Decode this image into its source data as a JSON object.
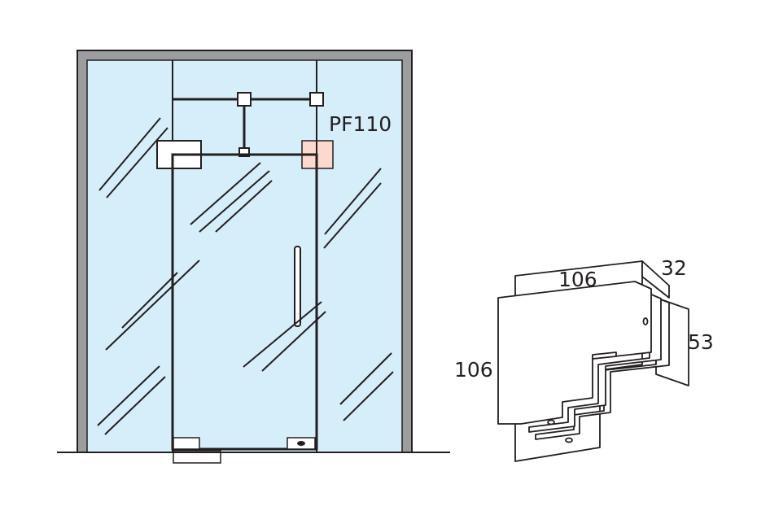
{
  "labels": {
    "model": "PF110",
    "dim_top_width": "106",
    "dim_depth": "32",
    "dim_side_height": "106",
    "dim_side_right": "53"
  },
  "colors": {
    "glass": "#d6eefa",
    "frame": "#9b9d9f",
    "fitting_highlight": "#fbd9ce",
    "stroke": "#231f20"
  },
  "icons": {
    "glass_reflection": "diagonal-lines",
    "hinge": "patch-fitting"
  }
}
